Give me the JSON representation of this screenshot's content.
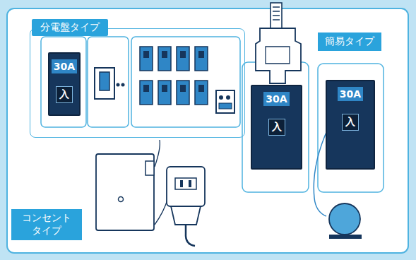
{
  "diagram": {
    "nodes": [
      {
        "text": [
          "分電盤タイプ"
        ]
      },
      {
        "text": [
          "30A",
          "入"
        ],
        "in": 0
      },
      {
        "text": [
          "30A",
          "入"
        ]
      },
      {
        "text": [
          "30A",
          "入"
        ]
      }
    ],
    "labels": [
      "簡易タイプ",
      "コンセント タイプ"
    ]
  }
}
